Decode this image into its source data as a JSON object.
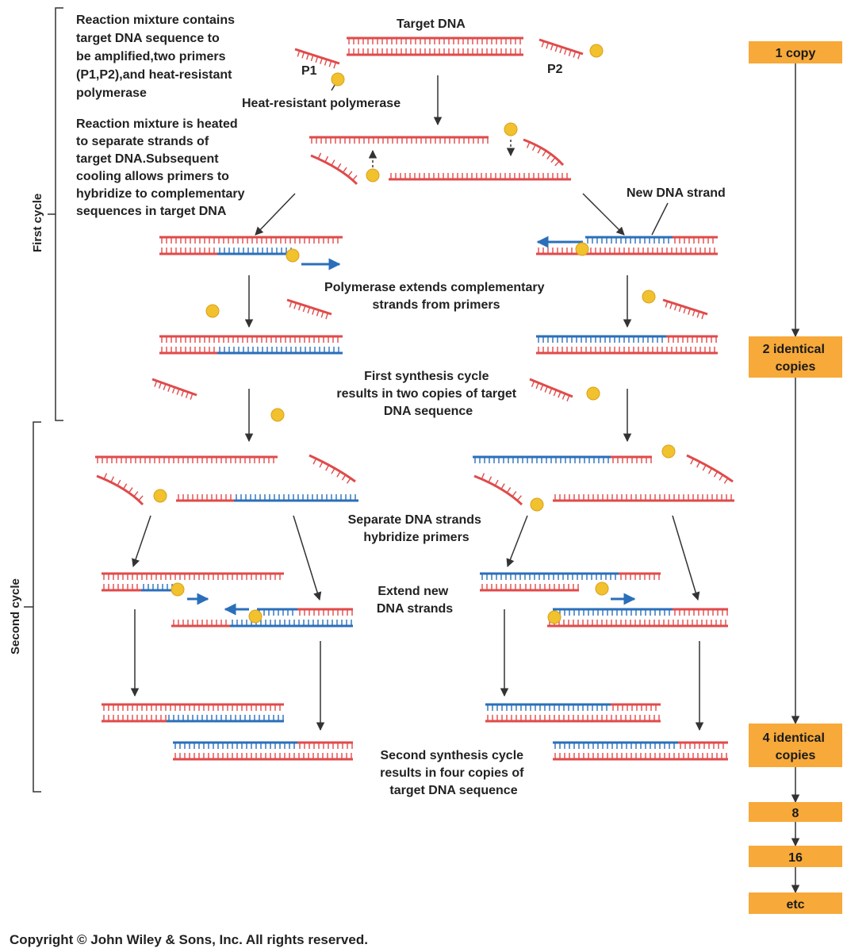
{
  "colors": {
    "red_strand": "#e04a4a",
    "blue_strand": "#2a6fba",
    "polymerase": "#f2c12e",
    "box": "#f7a93a",
    "line": "#333333"
  },
  "labels": {
    "target_dna": "Target DNA",
    "p1": "P1",
    "p2": "P2",
    "polymerase": "Heat-resistant polymerase",
    "new_strand": "New DNA strand",
    "step1": [
      "Reaction mixture contains",
      "target DNA sequence to",
      "be amplified,two primers",
      "(P1,P2),and heat-resistant",
      "polymerase"
    ],
    "step2": [
      "Reaction mixture is heated",
      "to separate strands of",
      "target DNA.Subsequent",
      "cooling allows primers to",
      "hybridize to complementary",
      "sequences in target DNA"
    ],
    "step3": [
      "Polymerase extends complementary",
      "strands from primers"
    ],
    "step4": [
      "First synthesis cycle",
      "results in two copies of target",
      "DNA sequence"
    ],
    "step5": [
      "Separate DNA strands",
      "hybridize primers"
    ],
    "step6": [
      "Extend new",
      "DNA strands"
    ],
    "step7": [
      "Second synthesis cycle",
      "results in four copies of",
      "target DNA sequence"
    ]
  },
  "cycles": {
    "first": "First cycle",
    "second": "Second cycle"
  },
  "counter": {
    "one": "1 copy",
    "two": [
      "2 identical",
      "copies"
    ],
    "four": [
      "4 identical",
      "copies"
    ],
    "eight": "8",
    "sixteen": "16",
    "etc": "etc"
  },
  "footer": {
    "copyright": "Copyright © John Wiley & Sons, Inc. All rights reserved."
  }
}
